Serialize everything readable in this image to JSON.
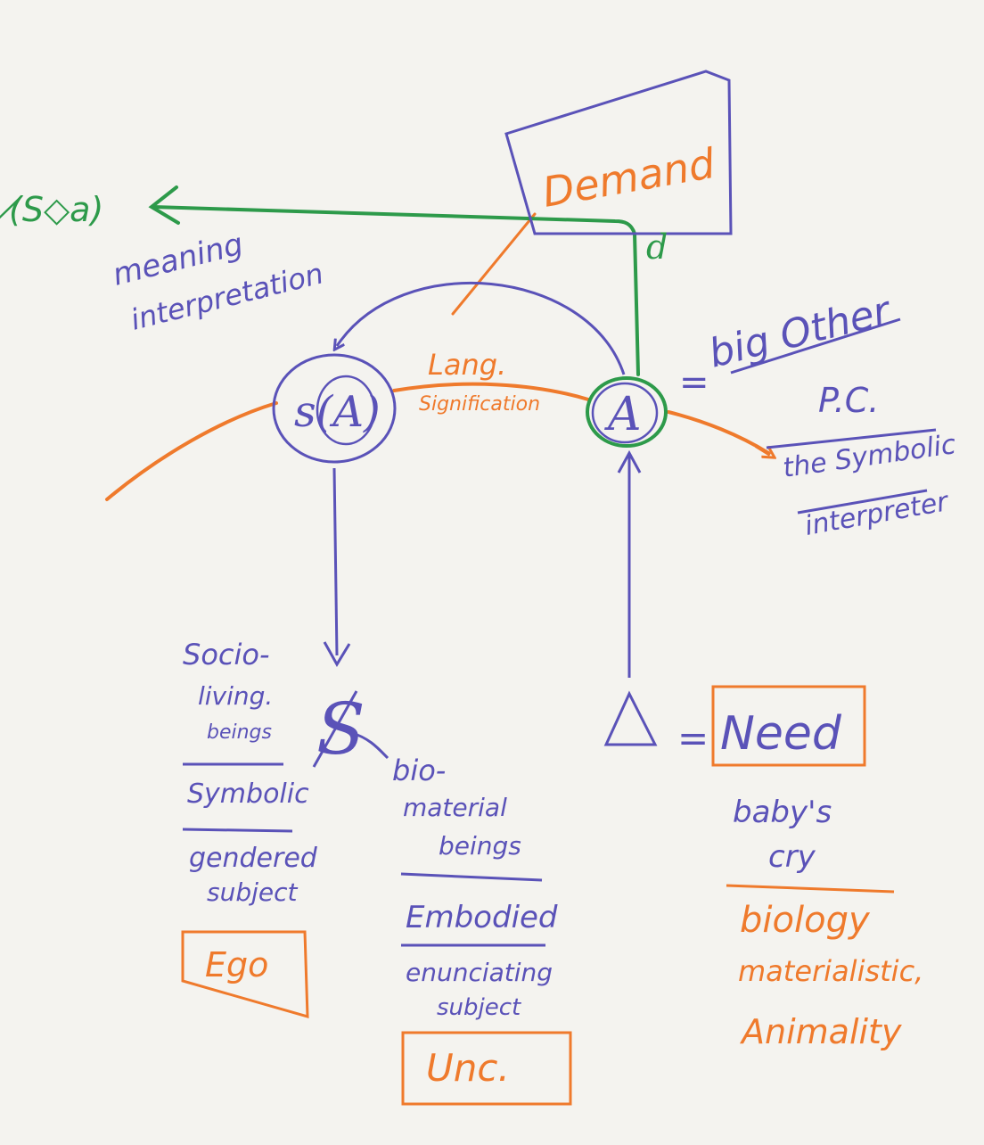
{
  "colors": {
    "paper": "#f4f3ef",
    "blue": "#5a52b8",
    "orange": "#ef7a2c",
    "green": "#2d9a4a"
  },
  "top": {
    "matheme": "(̸S◇a)",
    "meaning": "meaning",
    "interpretation": "interpretation",
    "demand": "Demand",
    "desire": "d"
  },
  "center": {
    "sA": "s(A)",
    "A": "A",
    "lang": "Lang.",
    "signification": "Signification",
    "equals_sign": "=",
    "big_other": "big Other",
    "pc": "P.C.",
    "symbolic": "the Symbolic",
    "interpreter": "interpreter"
  },
  "left": {
    "barred_s": "S",
    "socio1": "Socio-",
    "socio2": "living.",
    "socio3": "beings",
    "symbolic": "Symbolic",
    "gendered1": "gendered",
    "gendered2": "subject",
    "ego": "Ego"
  },
  "middle": {
    "bio1": "bio-",
    "bio2": "material",
    "bio3": "beings",
    "embodied": "Embodied",
    "enunciating1": "enunciating",
    "enunciating2": "subject",
    "unc": "Unc."
  },
  "right": {
    "delta": "Δ",
    "equals": "=",
    "need": "Need",
    "baby1": "baby's",
    "baby2": "cry",
    "biology": "biology",
    "materialistic": "materialistic,",
    "animality": "Animality"
  }
}
